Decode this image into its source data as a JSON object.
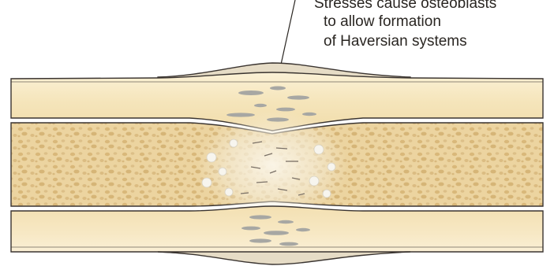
{
  "annotation": {
    "lines": [
      "Stresses cause osteoblasts",
      "to allow formation",
      "of Haversian systems"
    ]
  },
  "colors": {
    "background": "#ffffff",
    "cortex_fill": "#f6e8c0",
    "cortex_highlight": "#fbf3dc",
    "marrow_fill": "#ecd4a0",
    "marrow_pore": "#d9b87a",
    "callus_fill": "#e9e1cf",
    "outline": "#3a3430",
    "fracture_marks": "#9a9a9a"
  }
}
